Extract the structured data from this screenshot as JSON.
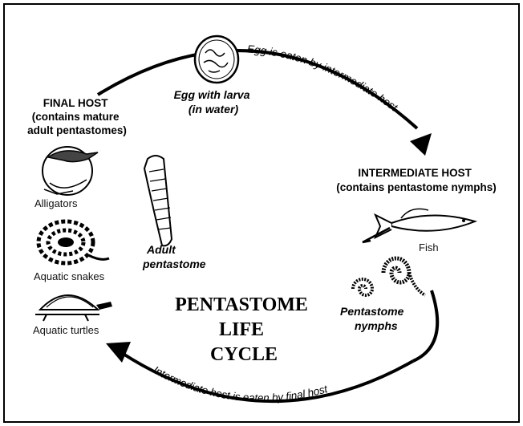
{
  "title": [
    "PENTASTOME",
    "LIFE",
    "CYCLE"
  ],
  "final_host": {
    "heading": [
      "FINAL HOST",
      "(contains mature",
      "adult pentastomes)"
    ],
    "hosts": [
      "Alligators",
      "Aquatic snakes",
      "Aquatic turtles"
    ]
  },
  "intermediate_host": {
    "heading": [
      "INTERMEDIATE HOST",
      "(contains pentastome nymphs)"
    ],
    "host": "Fish"
  },
  "stages": {
    "egg": [
      "Egg with larva",
      "(in water)"
    ],
    "adult": [
      "Adult",
      "pentastome"
    ],
    "nymphs": [
      "Pentastome",
      "nymphs"
    ]
  },
  "arrows": {
    "top": "Egg is eaten by intermediate host",
    "bottom": "Intermediate host is eaten by final host"
  },
  "colors": {
    "ink": "#000000",
    "background": "#ffffff"
  },
  "icons": [
    "egg-icon",
    "alligator-icon",
    "snake-icon",
    "turtle-icon",
    "pentastome-worm-icon",
    "fish-icon",
    "nymph-icon"
  ]
}
